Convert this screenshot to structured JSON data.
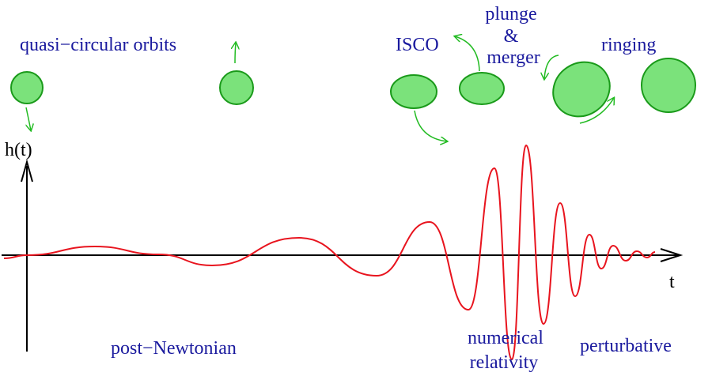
{
  "colors": {
    "wave": "#e8141e",
    "body_fill": "#7be27b",
    "body_stroke": "#1a9a1a",
    "arrow_green": "#22bb22",
    "label_blue": "#1a1a9e",
    "axis": "#000000"
  },
  "labels": {
    "quasi_circular": "quasi−circular orbits",
    "isco": "ISCO",
    "plunge": "plunge",
    "ampersand": "&",
    "merger": "merger",
    "ringing": "ringing",
    "y_axis": "h(t)",
    "x_axis": "t",
    "post_newtonian": "post−Newtonian",
    "numerical": "numerical",
    "relativity": "relativity",
    "perturbative": "perturbative"
  }
}
